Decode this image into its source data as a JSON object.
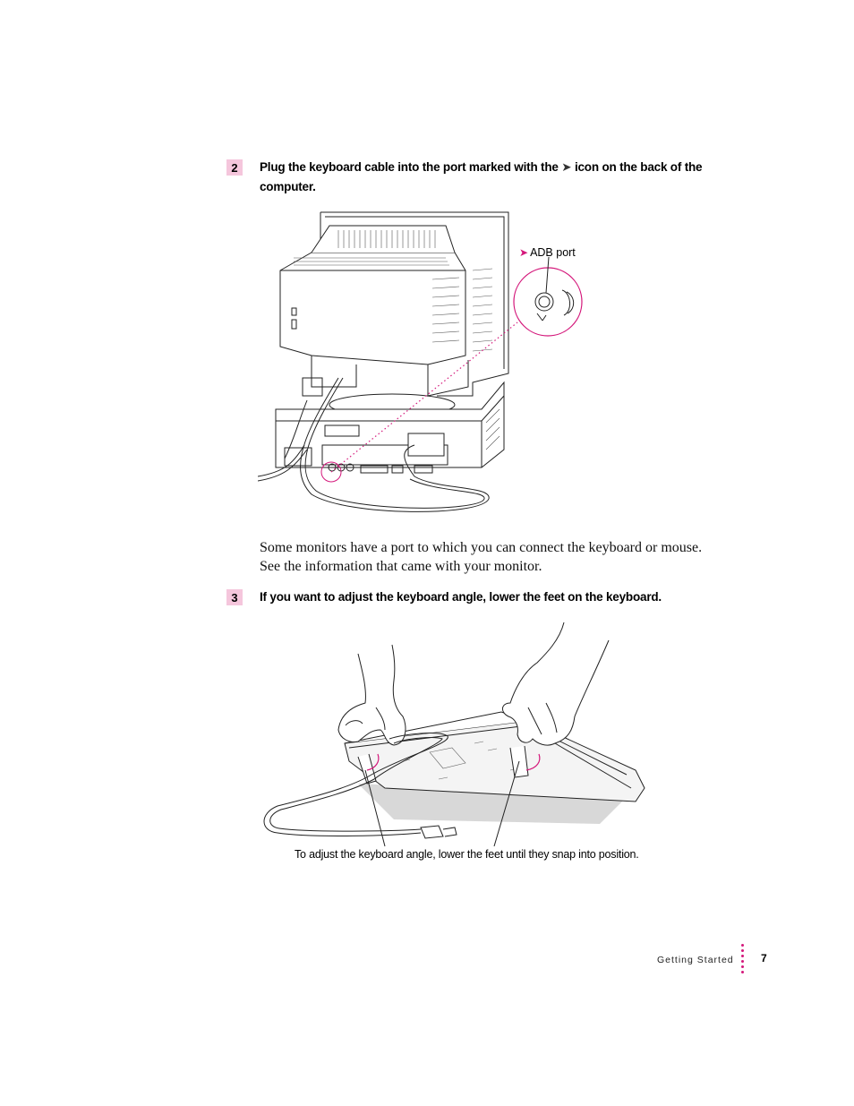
{
  "step2": {
    "number": "2",
    "text_before_icon": "Plug the keyboard cable into the port marked with the ",
    "icon": "adb-port-icon",
    "text_after_icon": " icon on the back of the",
    "text_line2": "computer."
  },
  "illustration1": {
    "callout_label": "ADB port",
    "callout_icon": "adb-port-icon"
  },
  "note": {
    "line1": "Some monitors have a port to which you can connect the keyboard or mouse.",
    "line2": "See the information that came with your monitor."
  },
  "step3": {
    "number": "3",
    "text": "If you want to adjust the keyboard angle, lower the feet on the keyboard."
  },
  "illustration2": {
    "caption": "To adjust the keyboard angle, lower the feet until they snap into position."
  },
  "footer": {
    "section": "Getting Started",
    "page_number": "7"
  },
  "colors": {
    "accent": "#d4187b",
    "step_badge": "#f5c6dc"
  }
}
